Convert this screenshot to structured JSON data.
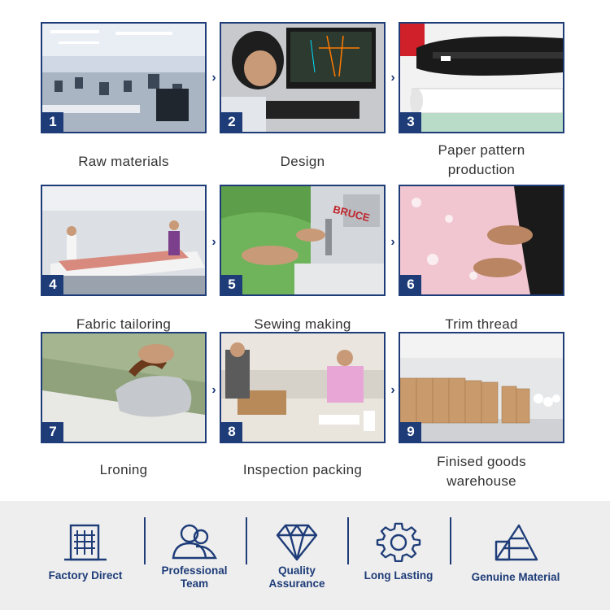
{
  "steps": [
    {
      "number": "1",
      "label": "Raw materials"
    },
    {
      "number": "2",
      "label": "Design"
    },
    {
      "number": "3",
      "label": "Paper pattern",
      "label2": "production"
    },
    {
      "number": "4",
      "label": "Fabric tailoring"
    },
    {
      "number": "5",
      "label": "Sewing making"
    },
    {
      "number": "6",
      "label": "Trim thread"
    },
    {
      "number": "7",
      "label": "Lroning"
    },
    {
      "number": "8",
      "label": "Inspection packing"
    },
    {
      "number": "9",
      "label": "Finised goods",
      "label2": "warehouse"
    }
  ],
  "photo_text": {
    "machine_brand": "BRUCE"
  },
  "arrow_glyph": "›",
  "features": [
    {
      "line1": "Factory Direct",
      "icon": "building-icon"
    },
    {
      "line1": "Professional",
      "line2": "Team",
      "icon": "team-icon"
    },
    {
      "line1": "Quality",
      "line2": "Assurance",
      "icon": "diamond-icon"
    },
    {
      "line1": "Long Lasting",
      "icon": "gear-icon"
    },
    {
      "line1": "Genuine Material",
      "icon": "triangle-layers-icon"
    }
  ],
  "colors": {
    "accent": "#1e3c78",
    "footer_bg": "#eeeeee",
    "text": "#333333"
  }
}
